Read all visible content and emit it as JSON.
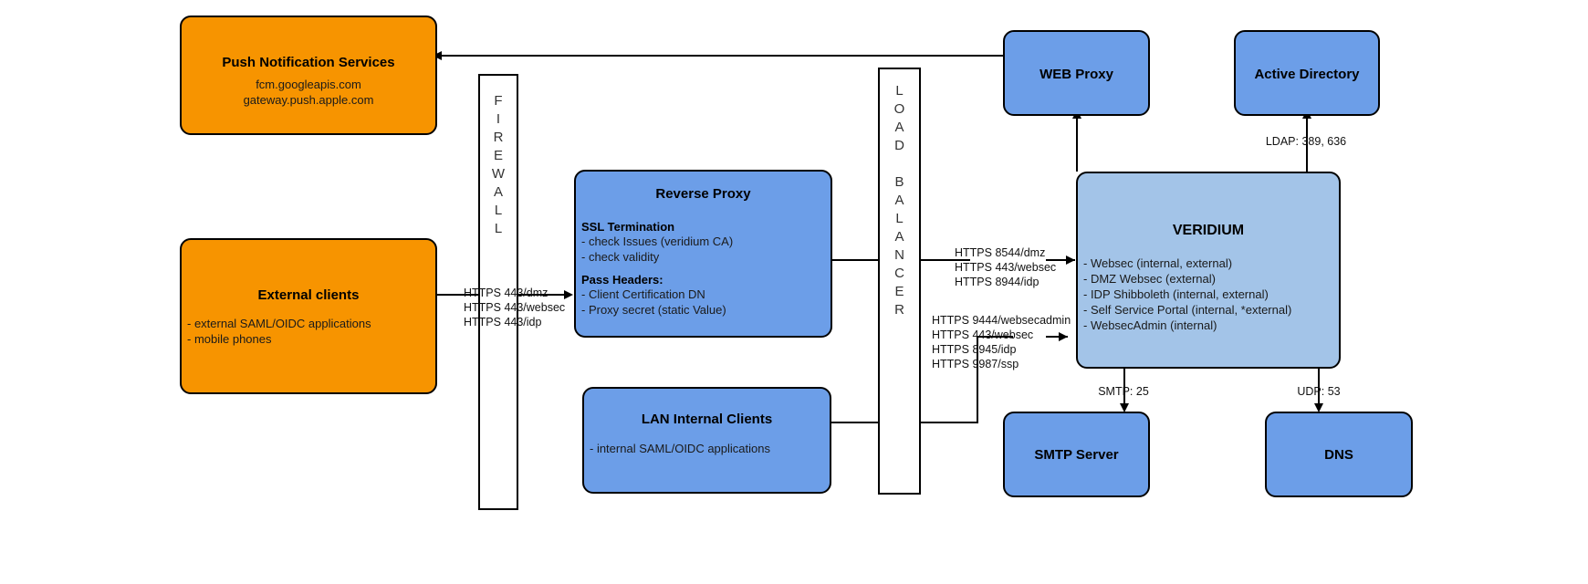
{
  "diagram": {
    "title": "VeridiumID network architecture",
    "colors": {
      "orange": "#f79400",
      "blue": "#6c9ee8",
      "light_blue": "#a3c4e8",
      "outline": "#000000",
      "background": "#ffffff"
    }
  },
  "nodes": {
    "push_notification_services": {
      "title": "Push Notification Services",
      "lines": "fcm.googleapis.com\ngateway.push.apple.com"
    },
    "external_clients": {
      "title": "External clients",
      "lines": "- external SAML/OIDC applications\n- mobile phones"
    },
    "reverse_proxy": {
      "title": "Reverse Proxy",
      "section1_head": "SSL Termination",
      "section1_lines": "- check Issues (veridium CA)\n- check validity",
      "section2_head": "Pass Headers:",
      "section2_lines": "- Client Certification DN\n- Proxy secret (static Value)"
    },
    "lan_internal_clients": {
      "title": "LAN Internal Clients",
      "lines": "- internal SAML/OIDC applications"
    },
    "web_proxy": {
      "title": "WEB Proxy"
    },
    "active_directory": {
      "title": "Active Directory"
    },
    "veridium": {
      "title": "VERIDIUM",
      "lines": "- Websec (internal, external)\n- DMZ Websec (external)\n- IDP Shibboleth (internal, external)\n- Self Service Portal (internal, *external)\n- WebsecAdmin (internal)"
    },
    "smtp_server": {
      "title": "SMTP Server"
    },
    "dns": {
      "title": "DNS"
    }
  },
  "zones": {
    "firewall": {
      "label": "F\nI\nR\nE\nW\nA\nL\nL"
    },
    "load_balancer": {
      "label": "L\nO\nA\nD\n\nB\nA\nL\nA\nN\nC\nE\nR"
    }
  },
  "edge_labels": {
    "external_to_reverse_proxy": "HTTPS 443/dmz\nHTTPS 443/websec\nHTTPS 443/idp",
    "reverse_proxy_to_veridium": "HTTPS 8544/dmz\nHTTPS 443/websec\nHTTPS 8944/idp",
    "lan_to_veridium": "HTTPS 9444/websecadmin\nHTTPS 443/websec\nHTTPS 8945/idp\nHTTPS 9987/ssp",
    "veridium_to_active_directory": "LDAP: 389, 636",
    "veridium_to_smtp": "SMTP: 25",
    "veridium_to_dns": "UDP: 53"
  }
}
